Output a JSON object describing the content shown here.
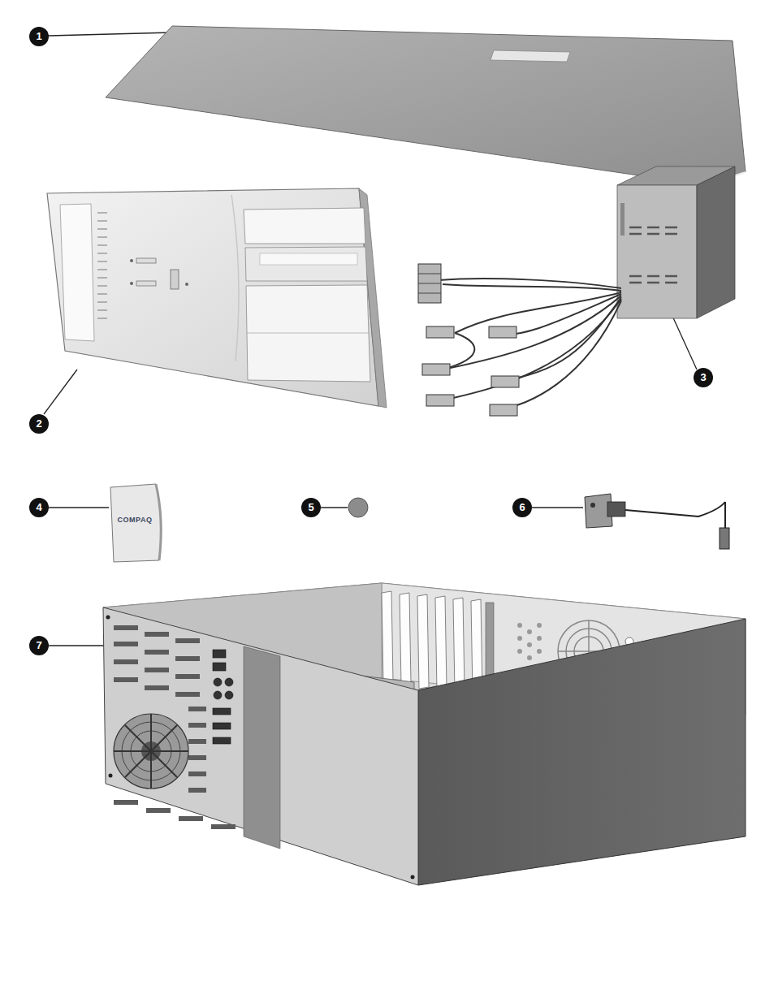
{
  "diagram": {
    "labels": [
      "1",
      "2",
      "3",
      "4",
      "5",
      "6",
      "7",
      "COMPAQ"
    ]
  }
}
